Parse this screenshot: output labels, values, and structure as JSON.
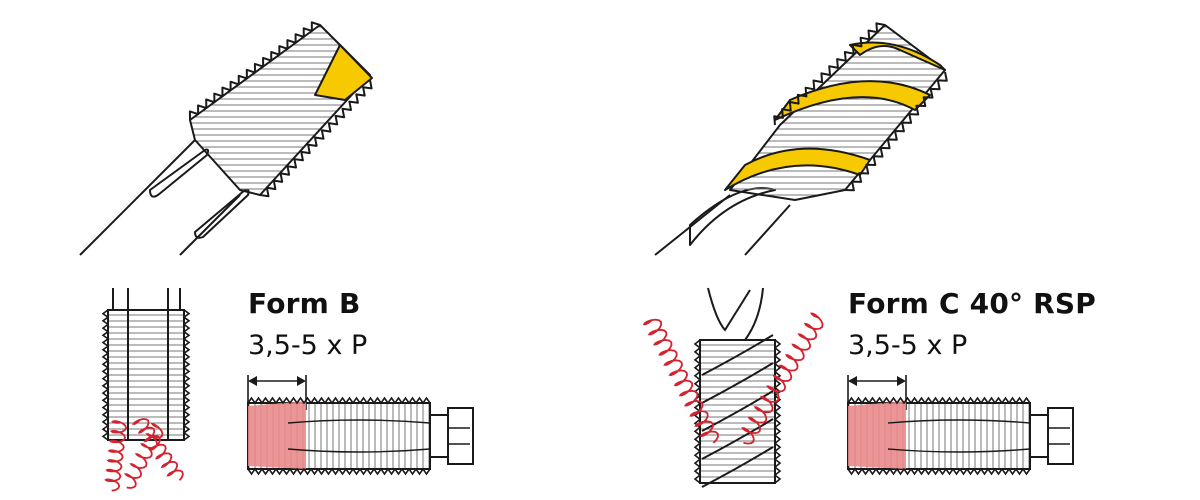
{
  "panels": [
    {
      "title": "Form B",
      "subtitle": "3,5-5 x P"
    },
    {
      "title": "Form C 40° RSP",
      "subtitle": "3,5-5 x P"
    }
  ],
  "colors": {
    "outline": "#1a1a1a",
    "flute_yellow": "#f7c900",
    "chip_red": "#d3232f",
    "chamfer_pink": "#e98a8c",
    "hatch": "#555555"
  },
  "icons": [
    "tap-form-b-perspective",
    "tap-form-c-spiral-perspective",
    "chip-curl-icon",
    "dimension-arrow-icon"
  ]
}
